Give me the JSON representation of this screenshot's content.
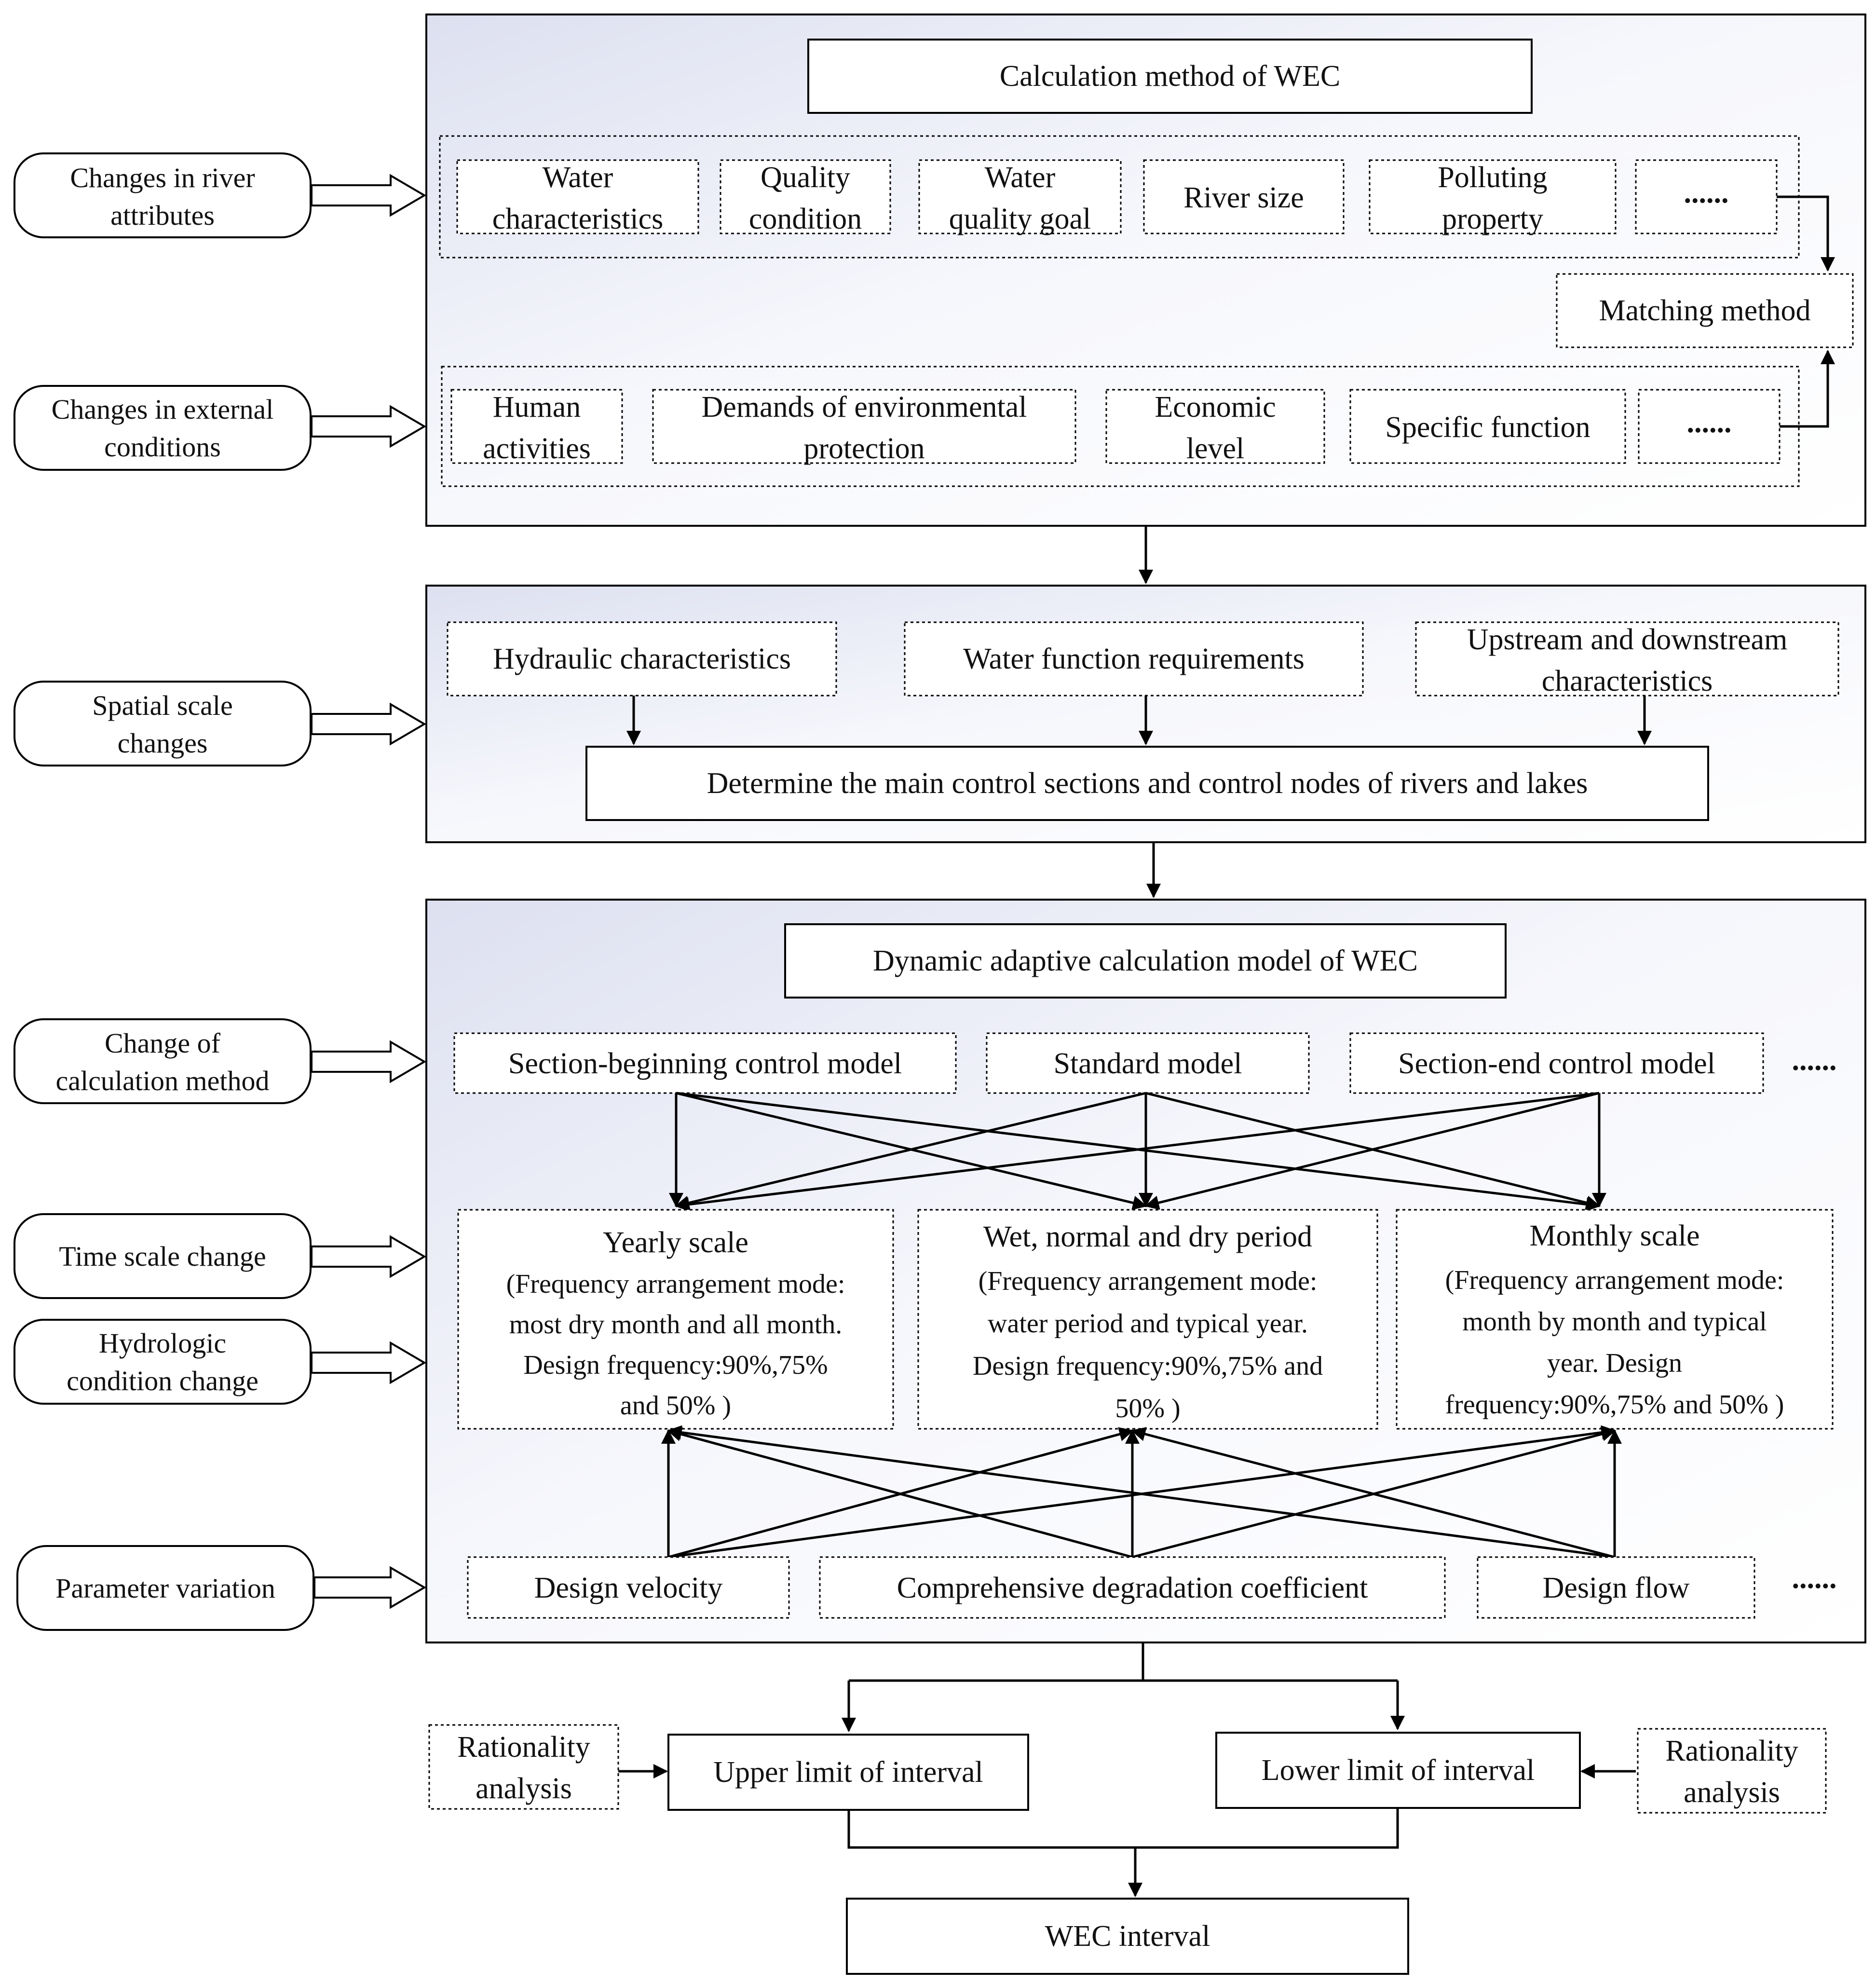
{
  "side_inputs": {
    "river_attributes": [
      "Changes in river",
      "attributes"
    ],
    "external_conditions": [
      "Changes in external",
      "conditions"
    ],
    "spatial_scale": [
      "Spatial scale",
      "changes"
    ],
    "calculation_method": [
      "Change of",
      "calculation method"
    ],
    "time_scale": [
      "Time scale change"
    ],
    "hydrologic_condition": [
      "Hydrologic",
      "condition change"
    ],
    "parameter_variation": [
      "Parameter variation"
    ]
  },
  "panel1": {
    "title": "Calculation method of WEC",
    "river_factors": [
      [
        "Water",
        "characteristics"
      ],
      [
        "Quality",
        "condition"
      ],
      [
        "Water",
        "quality goal"
      ],
      [
        "River size"
      ],
      [
        "Polluting",
        "property"
      ],
      [
        "......"
      ]
    ],
    "matching": "Matching method",
    "external_factors": [
      [
        "Human",
        "activities"
      ],
      [
        "Demands of environmental",
        "protection"
      ],
      [
        "Economic",
        "level"
      ],
      [
        "Specific function"
      ],
      [
        "......"
      ]
    ]
  },
  "panel2": {
    "criteria": [
      [
        "Hydraulic characteristics"
      ],
      [
        "Water function requirements"
      ],
      [
        "Upstream and downstream",
        "characteristics"
      ]
    ],
    "result": "Determine the main control sections and control nodes of rivers and lakes"
  },
  "panel3": {
    "title": "Dynamic adaptive calculation model of WEC",
    "models": [
      "Section-beginning control model",
      "Standard model",
      "Section-end control model"
    ],
    "models_more": "......",
    "scales": [
      [
        "Yearly scale",
        "(Frequency arrangement mode:",
        "most dry month and all month.",
        "Design frequency:90%,75%",
        "and 50% )"
      ],
      [
        "Wet, normal and dry period",
        "(Frequency arrangement mode:",
        "water period and typical year.",
        "Design frequency:90%,75% and",
        "50% )"
      ],
      [
        "Monthly scale",
        "(Frequency arrangement mode:",
        "month by month and typical",
        "year. Design",
        "frequency:90%,75% and 50% )"
      ]
    ],
    "parameters": [
      "Design velocity",
      "Comprehensive degradation coefficient",
      "Design flow"
    ],
    "parameters_more": "......"
  },
  "bottom": {
    "rationality_left": [
      "Rationality",
      "analysis"
    ],
    "upper": "Upper limit of interval",
    "lower": "Lower limit of interval",
    "rationality_right": [
      "Rationality",
      "analysis"
    ],
    "interval": "WEC interval"
  }
}
